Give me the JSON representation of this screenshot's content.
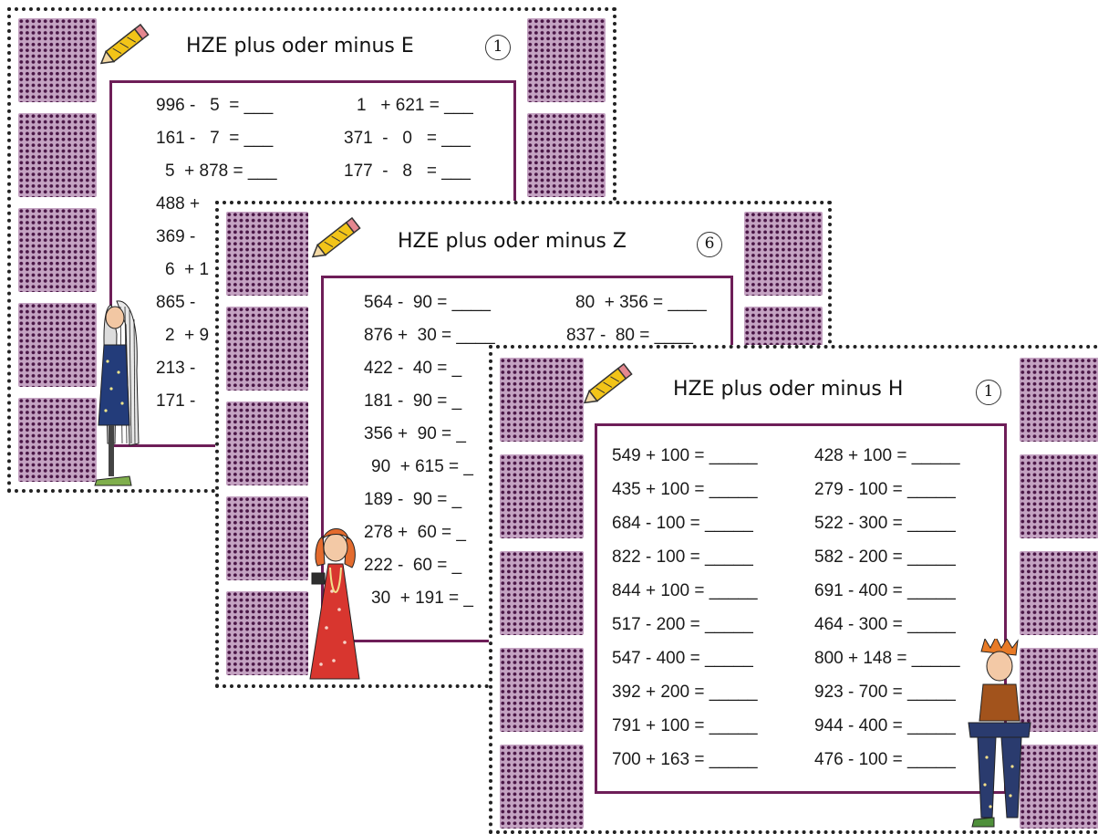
{
  "sheet_e": {
    "title": "HZE plus oder minus E",
    "number": "1",
    "problems": [
      "996 -   5  = ___",
      "1   + 621 = ___",
      "161 -   7  = ___",
      "371  -   0   = ___",
      "5  + 878 = ___",
      "177  -   8   = ___",
      "488 +",
      "369 -",
      "6  + 1",
      "865 -",
      "2  + 9",
      "213 -",
      "171 -"
    ]
  },
  "sheet_z": {
    "title": "HZE plus oder minus Z",
    "number": "6",
    "problems": [
      "564 -  90 = ____",
      "80  + 356 = ____",
      "876 +  30 = ____",
      "837 -  80 = ____",
      "422 -  40 = _",
      "181 -  90 = _",
      "356 +  90 = _",
      "90  + 615 = _",
      "189 -  90 = _",
      "278 +  60 = _",
      "222 -  60 = _",
      "30  + 191 = _"
    ]
  },
  "sheet_h": {
    "title": "HZE plus oder minus H",
    "number": "1",
    "left": [
      "549 + 100 = _____",
      "435 + 100 = _____",
      "684 - 100 = _____",
      "822 - 100 = _____",
      "844 + 100 = _____",
      "517 - 200 = _____",
      "547 - 400 = _____",
      "392 + 200 = _____",
      "791 + 100 = _____",
      "700 + 163 = _____"
    ],
    "right": [
      "428 + 100 = _____",
      "279 - 100 = _____",
      "522 - 300 = _____",
      "582 - 200 = _____",
      "691 - 400 = _____",
      "464 - 300 = _____",
      "800 + 148 = _____",
      "923 - 700 = _____",
      "944 - 400 = _____",
      "476 - 100 = _____"
    ]
  },
  "colors": {
    "frame": "#6e1e58",
    "dot_block": "#c4a3c2",
    "dot": "#4a1646"
  }
}
